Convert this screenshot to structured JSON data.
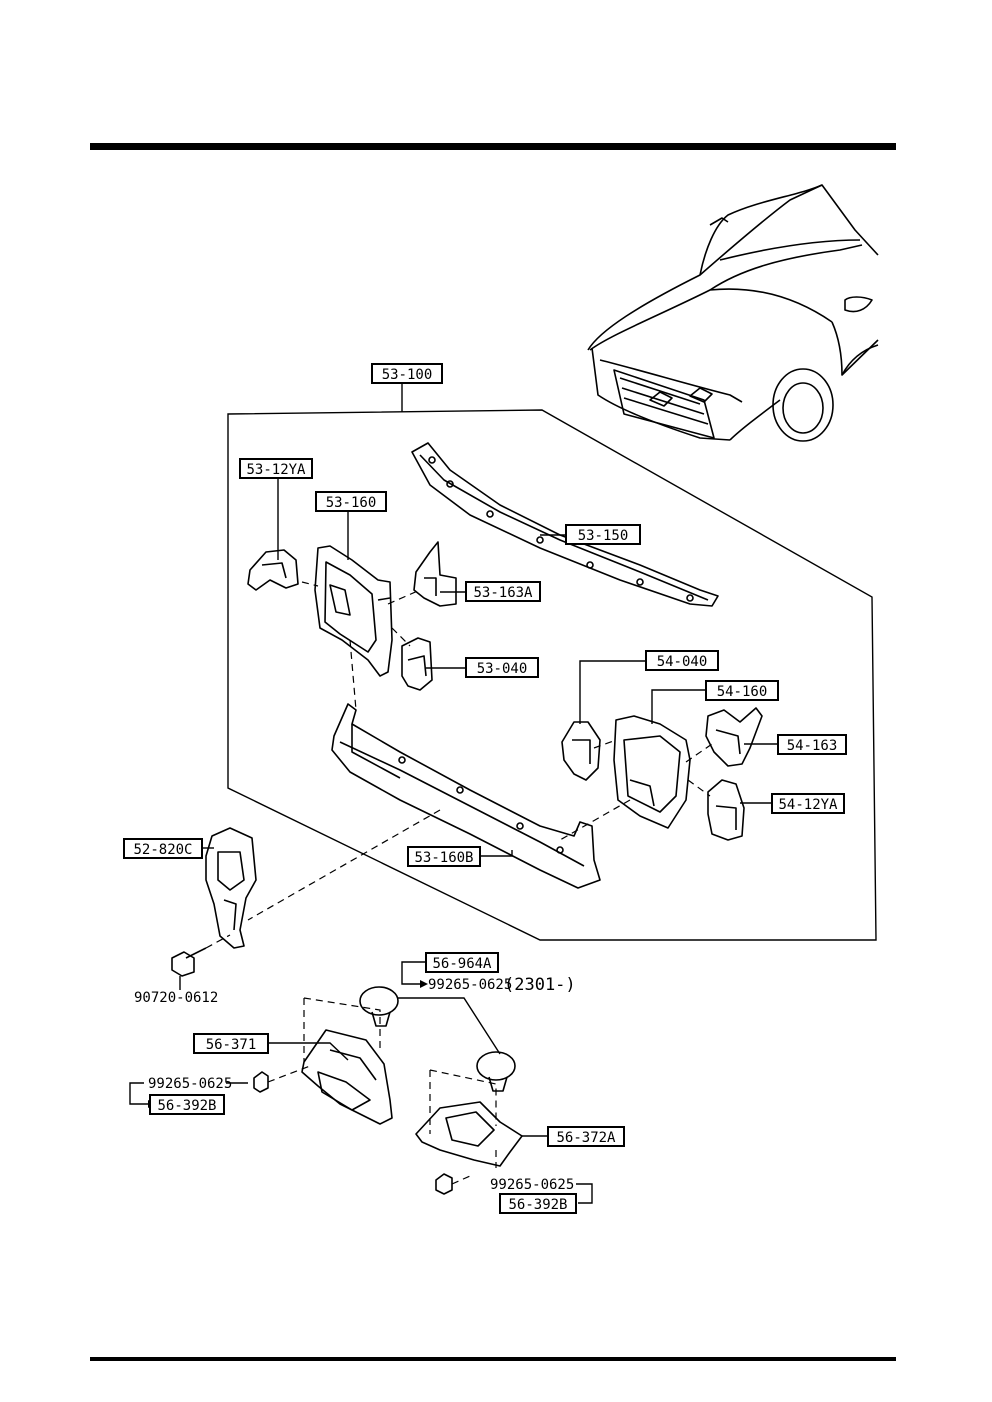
{
  "labels": {
    "assy_53_100": "53-100",
    "p_53_12YA": "53-12YA",
    "p_53_160": "53-160",
    "p_53_150": "53-150",
    "p_53_163A": "53-163A",
    "p_53_040": "53-040",
    "p_54_040": "54-040",
    "p_54_160": "54-160",
    "p_54_163": "54-163",
    "p_54_12YA": "54-12YA",
    "p_52_820C": "52-820C",
    "p_53_160B": "53-160B",
    "p_56_964A": "56-964A",
    "p_56_371": "56-371",
    "p_56_392B_left": "56-392B",
    "p_56_372A": "56-372A",
    "p_56_392B_right": "56-392B"
  },
  "fasteners": {
    "bolt_90720": "90720-0612",
    "clip_top": "99265-0625",
    "clip_left": "99265-0625",
    "clip_right": "99265-0625"
  },
  "serial_note": "(2301-)"
}
